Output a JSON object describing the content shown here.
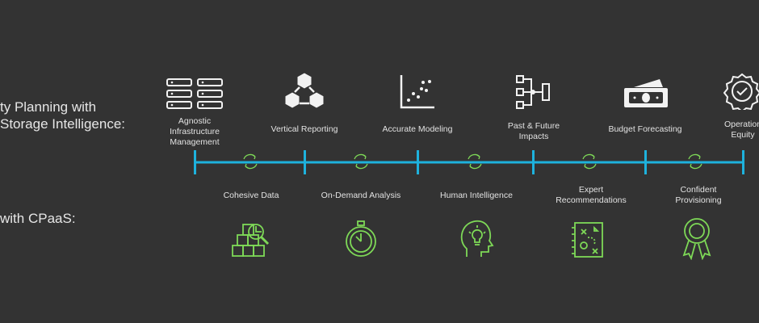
{
  "left_labels": {
    "top": [
      "ty Planning with",
      "Storage Intelligence:"
    ],
    "bottom": "with CPaaS:"
  },
  "top_steps": [
    {
      "label": "Agnostic\nInfrastructure\nManagement",
      "icon": "server-rack-icon"
    },
    {
      "label": "Vertical Reporting",
      "icon": "cubes-network-icon"
    },
    {
      "label": "Accurate Modeling",
      "icon": "scatter-plot-icon"
    },
    {
      "label": "Past & Future\nImpacts",
      "icon": "flow-diagram-icon"
    },
    {
      "label": "Budget Forecasting",
      "icon": "cash-stack-icon"
    },
    {
      "label": "Operation\nEquity",
      "icon": "verified-badge-icon"
    }
  ],
  "bottom_steps": [
    {
      "label": "Cohesive Data",
      "icon": "boxes-magnifier-icon"
    },
    {
      "label": "On-Demand Analysis",
      "icon": "stopwatch-icon"
    },
    {
      "label": "Human Intelligence",
      "icon": "head-lightbulb-icon"
    },
    {
      "label": "Expert\nRecommendations",
      "icon": "strategy-board-icon"
    },
    {
      "label": "Confident\nProvisioning",
      "icon": "award-ribbon-icon"
    }
  ],
  "colors": {
    "background": "#333333",
    "timeline": "#1eb2dd",
    "accent_green": "#7ed957",
    "icon_white": "#f2f2f2"
  }
}
